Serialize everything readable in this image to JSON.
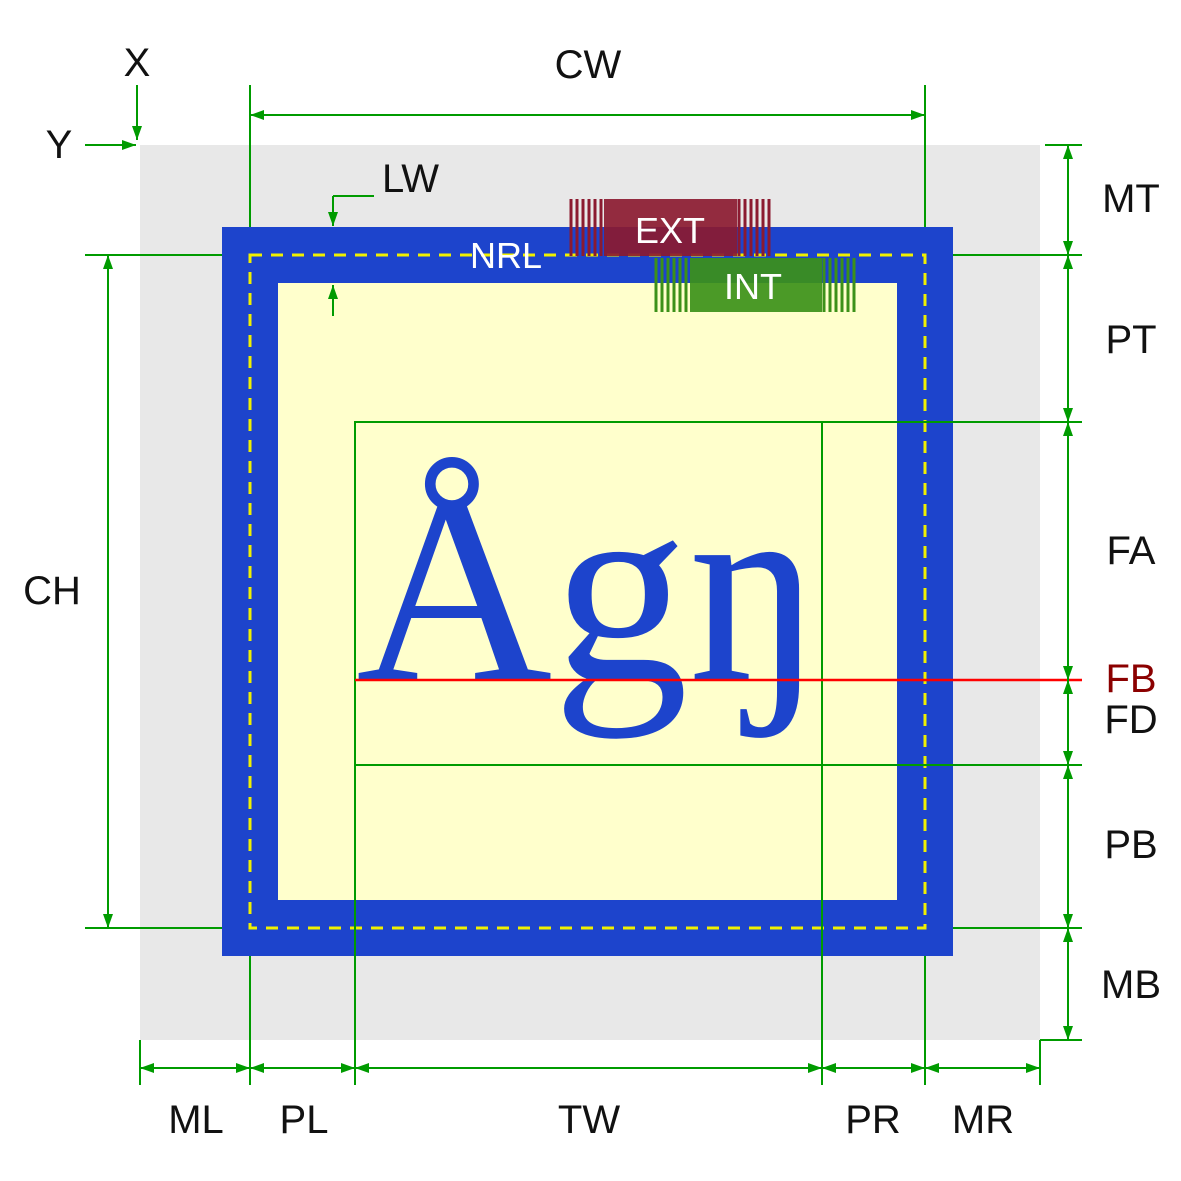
{
  "labels": {
    "x": "X",
    "y": "Y",
    "cw": "CW",
    "ch": "CH",
    "lw": "LW",
    "nrl": "NRL",
    "ext": "EXT",
    "int": "INT",
    "mt": "MT",
    "pt": "PT",
    "fa": "FA",
    "fb": "FB",
    "fd": "FD",
    "pb": "PB",
    "mb": "MB",
    "ml": "ML",
    "pl": "PL",
    "tw": "TW",
    "pr": "PR",
    "mr": "MR"
  },
  "glyph_sample": "Ågŋ",
  "colors": {
    "margin-gray": "#e8e8e8",
    "border-blue": "#1d44cc",
    "content-yellow": "#ffffcc",
    "dimension-green": "#009b00",
    "baseline-red": "#ff0000",
    "nrl-yellow": "#f0f000",
    "ext-maroon": "#8b1a30",
    "int-green": "#3c9119",
    "fb-label-darkred": "#8b0000"
  }
}
